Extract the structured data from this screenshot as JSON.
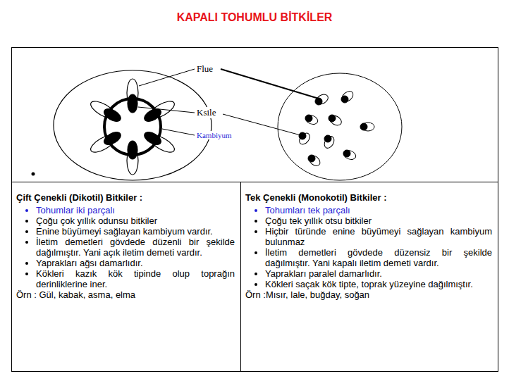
{
  "diagram": {
    "title": "KAPALI TOHUMLU BİTKİLER",
    "nodes": [
      {
        "text": [
          "Çift Çenekli (Dikotil) Bitkiler :",
          "Tohumlar iki parçalı",
          "Çoğu çok yıllık odunsu bitkiler",
          "Enine büyümeyi sağlayan kambiyum vardır.",
          "İletim demetleri gövdede düzenli bir şekilde dağılmıştır. Yani açık iletim demeti vardır.",
          "Yaprakları ağsı damarlıdır.",
          "Kökleri kazık kök tipinde olup toprağın derinliklerine iner.",
          "Örn : Gül, kabak, asma, elma"
        ]
      },
      {
        "text": [
          "Tek Çenekli (Monokotil) Bitkiler :",
          "Tohumları tek parçalı",
          "Çoğu tek yıllık otsu bitkiler",
          "Hiçbir türünde enine büyümeyi sağlayan kambiyum bulunmaz",
          "İletim demetleri gövdede düzensiz bir şekilde dağılmıştır. Yani kapalı iletim demeti vardır.",
          "Yaprakları paralel damarlıdır.",
          "Kökleri saçak kök tipte, toprak yüzeyine dağılmıştır.",
          "Örn :Mısır, lale, buğday, soğan"
        ]
      }
    ],
    "labels": [
      "Flue",
      "Ksile",
      "Kambiyum"
    ]
  }
}
